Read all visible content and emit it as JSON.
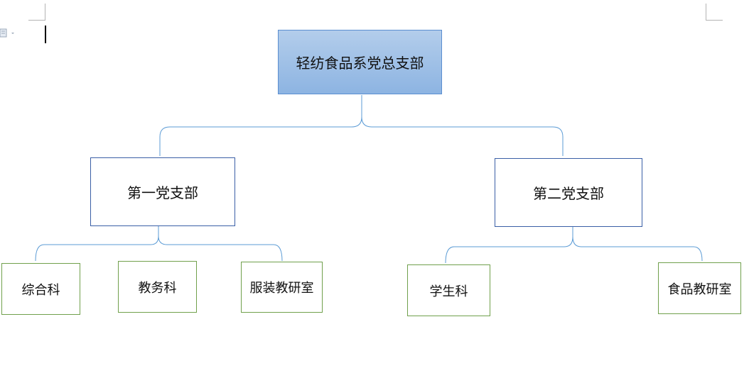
{
  "org_chart": {
    "root": "轻纺食品系党总支部",
    "branches": [
      {
        "name": "第一党支部",
        "units": [
          "综合科",
          "教务科",
          "服装教研室"
        ]
      },
      {
        "name": "第二党支部",
        "units": [
          "学生科",
          "食品教研室"
        ]
      }
    ]
  },
  "colors": {
    "root_fill_top": "#b3cdeb",
    "root_fill_bottom": "#8db4e2",
    "root_border": "#5b8ed0",
    "branch_border": "#3a5fa6",
    "unit_border": "#70a04c",
    "connector": "#5b9bd5"
  },
  "icons": {
    "paste_options": "paste-options-icon",
    "text_cursor": "text-cursor-icon",
    "crop_marks": "page-corner-mark-icon"
  }
}
